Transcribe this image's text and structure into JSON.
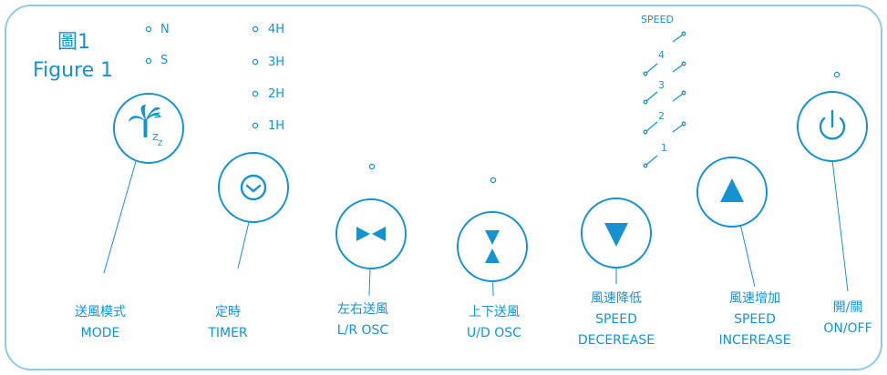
{
  "figure": {
    "title_zh": "圖1",
    "title_en": "Figure 1"
  },
  "mode_indicators": [
    {
      "label": "N"
    },
    {
      "label": "S"
    }
  ],
  "timer_indicators": [
    {
      "label": "4H"
    },
    {
      "label": "3H"
    },
    {
      "label": "2H"
    },
    {
      "label": "1H"
    }
  ],
  "speed_scale": {
    "title": "SPEED",
    "levels": [
      "4",
      "3",
      "2",
      "1"
    ]
  },
  "buttons": [
    {
      "id": "mode",
      "zh": "送風模式",
      "en": "MODE",
      "icon": "palm-tree-sleep-icon"
    },
    {
      "id": "timer",
      "zh": "定時",
      "en": "TIMER",
      "icon": "clock-icon"
    },
    {
      "id": "lr-osc",
      "zh": "左右送風",
      "en": "L/R OSC",
      "icon": "horizontal-oscillation-icon"
    },
    {
      "id": "ud-osc",
      "zh": "上下送風",
      "en": "U/D OSC",
      "icon": "vertical-oscillation-icon"
    },
    {
      "id": "speed-down",
      "zh": "風速降低",
      "en1": "SPEED",
      "en2": "DECEREASE",
      "icon": "triangle-down-icon"
    },
    {
      "id": "speed-up",
      "zh": "風速增加",
      "en1": "SPEED",
      "en2": "INCEREASE",
      "icon": "triangle-up-icon"
    },
    {
      "id": "power",
      "zh": "開/關",
      "en": "ON/OFF",
      "icon": "power-icon"
    }
  ],
  "colors": {
    "accent": "#1592d0",
    "border": "#8fcbe8",
    "background": "#ffffff"
  }
}
